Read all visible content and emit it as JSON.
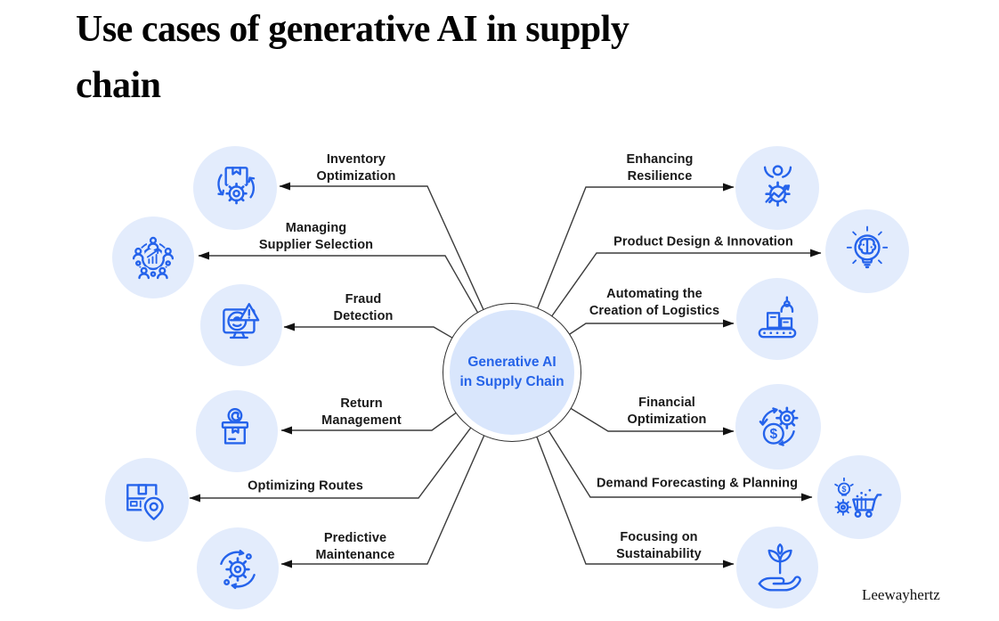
{
  "page": {
    "title": "Use cases of generative AI in supply\nchain",
    "brand": "Leewayhertz"
  },
  "center": {
    "label": "Generative AI\nin Supply Chain",
    "icon": "hub-circle"
  },
  "colors": {
    "icon_stroke": "#2563eb",
    "icon_bubble_fill": "#e3ecfc",
    "center_fill": "#d9e6fc",
    "center_text": "#2563e8",
    "connector_line": "#3c3c3c",
    "arrowhead": "#121212",
    "label_text": "#191919",
    "title_text": "#030303"
  },
  "use_cases": [
    {
      "label": "Inventory\nOptimization",
      "icon": "box-gear-cycle-icon",
      "side": "left"
    },
    {
      "label": "Managing\nSupplier Selection",
      "icon": "supplier-network-icon",
      "side": "left"
    },
    {
      "label": "Fraud\nDetection",
      "icon": "spy-monitor-warning-icon",
      "side": "left"
    },
    {
      "label": "Return\nManagement",
      "icon": "return-package-icon",
      "side": "left"
    },
    {
      "label": "Optimizing Routes",
      "icon": "package-location-pin-icon",
      "side": "left"
    },
    {
      "label": "Predictive\nMaintenance",
      "icon": "gear-cycle-icon",
      "side": "left"
    },
    {
      "label": "Enhancing\nResilience",
      "icon": "person-gear-growth-icon",
      "side": "right"
    },
    {
      "label": "Product Design & Innovation",
      "icon": "bulb-brain-icon",
      "side": "right"
    },
    {
      "label": "Automating the\nCreation of Logistics",
      "icon": "conveyor-claw-icon",
      "side": "right"
    },
    {
      "label": "Financial\nOptimization",
      "icon": "coin-gear-cycle-icon",
      "side": "right"
    },
    {
      "label": "Demand Forecasting & Planning",
      "icon": "cart-analytics-icon",
      "side": "right"
    },
    {
      "label": "Focusing on\nSustainability",
      "icon": "hand-plant-icon",
      "side": "right"
    }
  ]
}
